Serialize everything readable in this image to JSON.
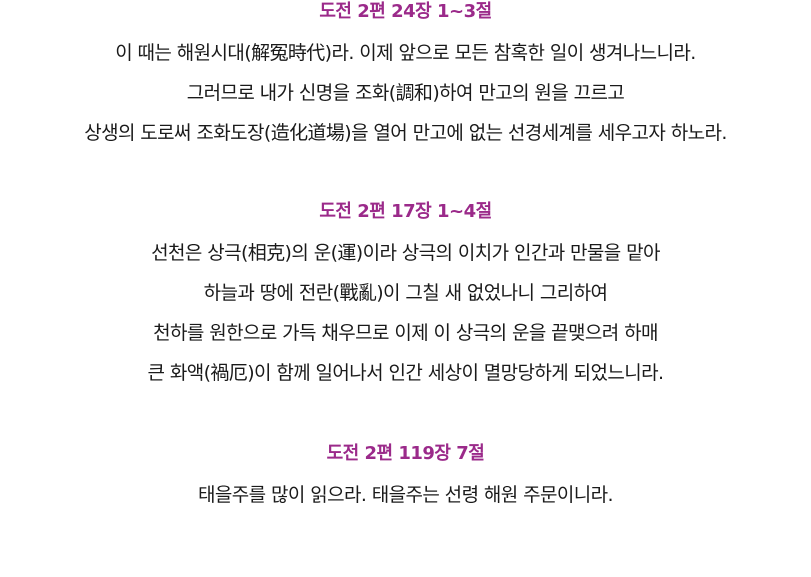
{
  "colors": {
    "heading": "#9b2a8a",
    "body_text": "#1a1a1a",
    "background": "#ffffff"
  },
  "sections": [
    {
      "heading": "도전 2편 24장 1~3절",
      "lines": [
        "이 때는 해원시대(解冤時代)라. 이제 앞으로 모든 참혹한 일이 생겨나느니라.",
        "그러므로 내가 신명을 조화(調和)하여 만고의 원을 끄르고",
        "상생의 도로써 조화도장(造化道場)을 열어 만고에 없는 선경세계를 세우고자 하노라."
      ]
    },
    {
      "heading": "도전 2편 17장 1~4절",
      "lines": [
        "선천은 상극(相克)의 운(運)이라 상극의 이치가 인간과 만물을 맡아",
        "하늘과 땅에 전란(戰亂)이 그칠 새 없었나니 그리하여",
        "천하를 원한으로 가득 채우므로 이제 이 상극의 운을 끝맺으려 하매",
        "큰 화액(禍厄)이 함께 일어나서 인간 세상이 멸망당하게 되었느니라."
      ]
    },
    {
      "heading": "도전 2편 119장 7절",
      "lines": [
        "태을주를 많이 읽으라. 태을주는 선령 해원 주문이니라."
      ]
    }
  ]
}
